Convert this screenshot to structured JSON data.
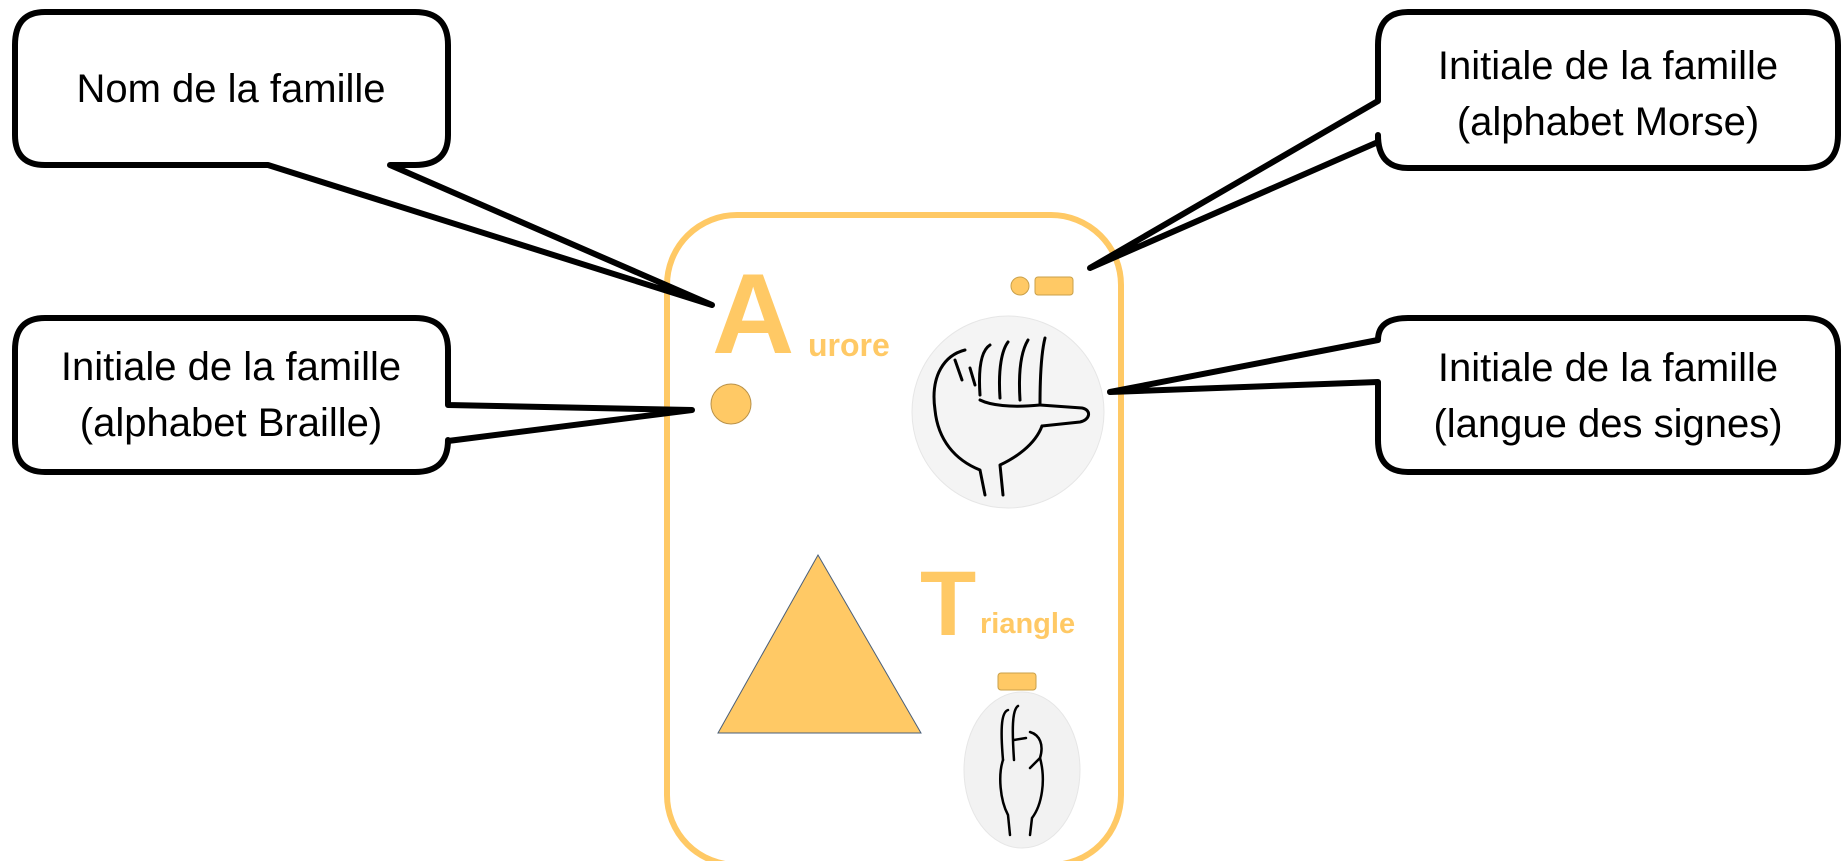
{
  "callouts": {
    "family_name": {
      "lines": [
        "Nom de la famille"
      ]
    },
    "braille": {
      "lines": [
        "Initiale de la famille",
        "(alphabet Braille)"
      ]
    },
    "morse": {
      "lines": [
        "Initiale de la famille",
        "(alphabet Morse)"
      ]
    },
    "sign_language": {
      "lines": [
        "Initiale de la famille",
        "(langue des signes)"
      ]
    }
  },
  "card": {
    "accent_color": "#ffc965",
    "family": {
      "initial": "A",
      "rest": "urore",
      "morse_code": ".-",
      "braille_dots": [
        1
      ],
      "sign_icon": "hand-sign-letter-a-icon"
    },
    "shape": {
      "name_initial": "T",
      "name_rest": "riangle",
      "shape_icon": "triangle-icon",
      "morse_code": "-",
      "sign_icon": "hand-sign-letter-t-icon"
    }
  }
}
